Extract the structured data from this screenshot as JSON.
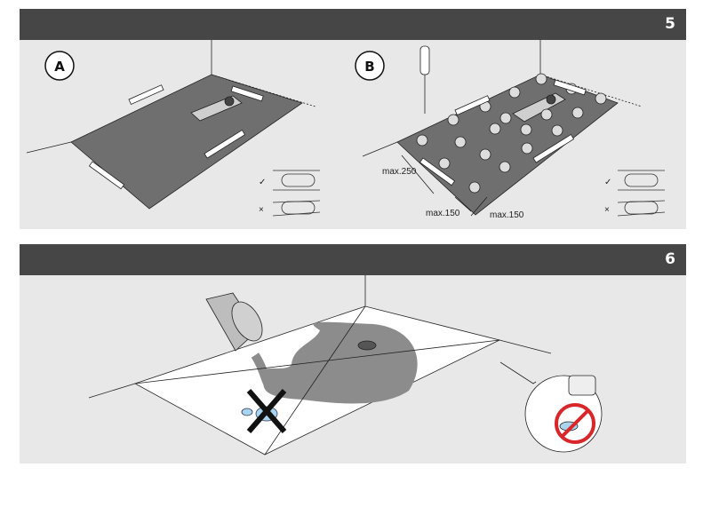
{
  "step5": {
    "number": "5",
    "panel_a": {
      "label": "A",
      "check_mark": "✓",
      "cross_mark": "×"
    },
    "panel_b": {
      "label": "B",
      "dim_250": "max.250",
      "dim_150_left": "max.150",
      "dim_150_right": "max.150",
      "check_mark": "✓",
      "cross_mark": "×"
    }
  },
  "step6": {
    "number": "6"
  },
  "colors": {
    "header": "#464646",
    "panel": "#e8e8e8",
    "floor": "#6f6f6f",
    "water": "#a9d4ee",
    "prohibit": "#d9262b"
  }
}
